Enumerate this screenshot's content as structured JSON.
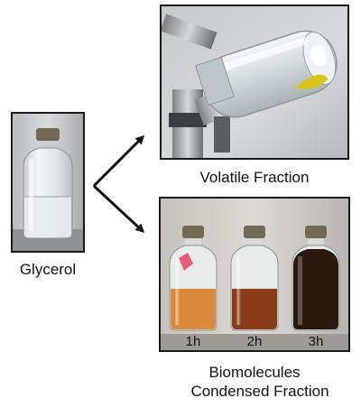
{
  "source": {
    "caption": "Glycerol"
  },
  "volatile": {
    "caption": "Volatile Fraction"
  },
  "condensed": {
    "caption_line1": "Biomolecules",
    "caption_line2": "Condensed Fraction",
    "vials": [
      {
        "label": "1h",
        "liquid_color": "#d98a3a"
      },
      {
        "label": "2h",
        "liquid_color": "#8a3d1a"
      },
      {
        "label": "3h",
        "liquid_color": "#2a1a0e"
      }
    ]
  },
  "colors": {
    "arrow": "#111111",
    "frame": "#1a1a1a",
    "glass": "#e9eef0",
    "cap": "#6e6a55",
    "yellow_oil": "#d8c41a"
  }
}
